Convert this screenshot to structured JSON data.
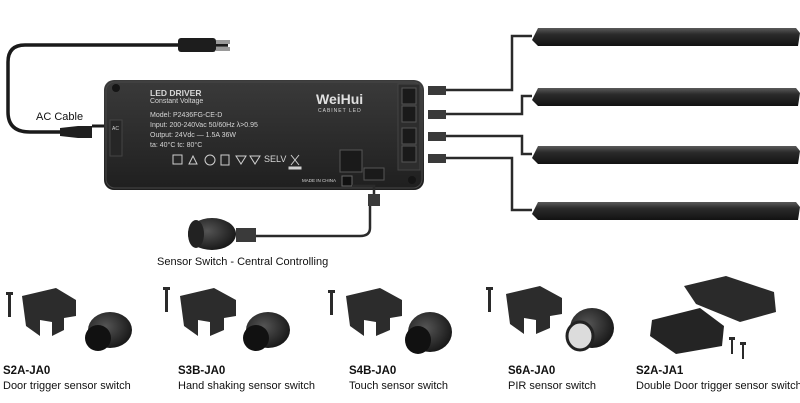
{
  "ac_cable_label": "AC Cable",
  "sensor_switch_label": "Sensor Switch - Central Controlling",
  "driver": {
    "title": "LED DRIVER",
    "subtitle": "Constant Voltage",
    "model": "Model: P2436FG-CE-D",
    "input": "Input: 200-240Vac  50/60Hz   λ>0.95",
    "output": "Output: 24Vdc — 1.5A  36W",
    "temps": "ta: 40°C   tc: 80°C",
    "brand": "WeiHui",
    "brand_sub": "CABINET LED",
    "selv": "SELV",
    "made_in": "MADE IN CHINA",
    "ac_side_marks": "AC",
    "colors": {
      "body": "#2a2a2a",
      "text": "#d6d6d6"
    }
  },
  "sensors": [
    {
      "code": "S2A-JA0",
      "name": "Door trigger sensor switch"
    },
    {
      "code": "S3B-JA0",
      "name": "Hand shaking sensor switch"
    },
    {
      "code": "S4B-JA0",
      "name": "Touch sensor switch"
    },
    {
      "code": "S6A-JA0",
      "name": "PIR sensor switch"
    },
    {
      "code": "S2A-JA1",
      "name": "Double Door trigger sensor switch"
    }
  ]
}
